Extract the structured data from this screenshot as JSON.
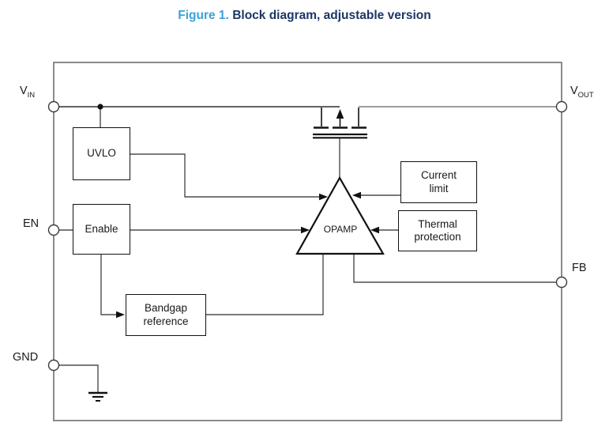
{
  "figure": {
    "label": "Figure 1.",
    "title": "Block diagram, adjustable version"
  },
  "pins": {
    "vin": {
      "base": "V",
      "sub": "IN"
    },
    "vout": {
      "base": "V",
      "sub": "OUT"
    },
    "en": {
      "label": "EN"
    },
    "fb": {
      "label": "FB"
    },
    "gnd": {
      "label": "GND"
    }
  },
  "blocks": {
    "uvlo": {
      "label": "UVLO"
    },
    "enable": {
      "label": "Enable"
    },
    "bandgap": {
      "line1": "Bandgap",
      "line2": "reference"
    },
    "current_limit": {
      "line1": "Current",
      "line2": "limit"
    },
    "thermal": {
      "line1": "Thermal",
      "line2": "protection"
    },
    "opamp": {
      "label": "OPAMP"
    }
  },
  "colors": {
    "figure_label": "#3ba1db",
    "figure_title": "#1c3664",
    "wire": "#4d4d4d",
    "wire_light": "#8f8f8f",
    "outline": "#6e6e6e",
    "component": "#111111",
    "text": "#1a1a1a"
  }
}
